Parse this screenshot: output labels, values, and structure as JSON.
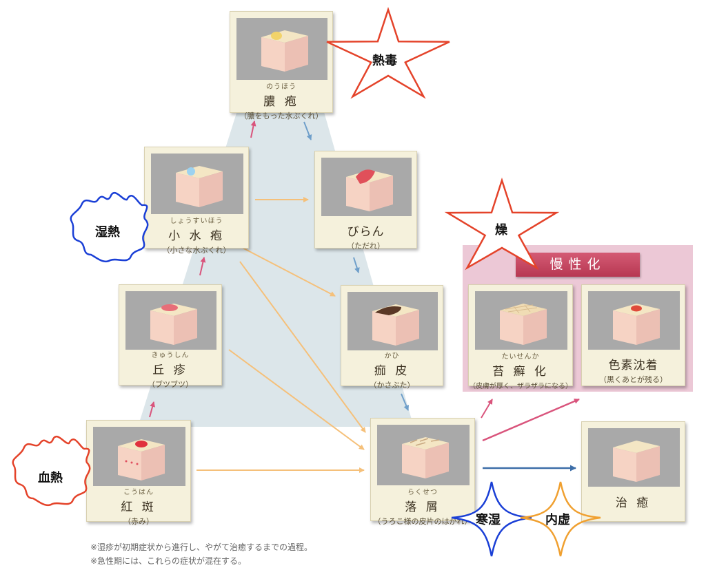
{
  "cards": {
    "nouhou": {
      "furigana": "のうほう",
      "name": "膿 疱",
      "desc": "（膿をもった水ぶくれ）"
    },
    "shousuihou": {
      "furigana": "しょうすいほう",
      "name": "小 水 疱",
      "desc": "（小さな水ぶくれ）"
    },
    "kyuushin": {
      "furigana": "きゅうしん",
      "name": "丘 疹",
      "desc": "（ブツブツ）"
    },
    "kouhan": {
      "furigana": "こうはん",
      "name": "紅 斑",
      "desc": "（赤み）"
    },
    "biran": {
      "name": "びらん",
      "desc": "（ただれ）"
    },
    "kahi": {
      "furigana": "かひ",
      "name": "痂 皮",
      "desc": "（かさぶた）"
    },
    "rakusetsu": {
      "furigana": "らくせつ",
      "name": "落 屑",
      "desc": "（うろこ様の皮片のはがれ）"
    },
    "taisenka": {
      "furigana": "たいせんか",
      "name": "苔 癬 化",
      "desc": "（皮膚が厚く、ザラザラになる）"
    },
    "shikiso": {
      "name": "色素沈着",
      "desc": "（黒くあとが残る）"
    },
    "chiyu": {
      "name": "治 癒"
    }
  },
  "chronic": {
    "label": "慢性化"
  },
  "shapes": {
    "netsudoku": "熱毒",
    "sou": "燥",
    "shitsunetsu": "湿熱",
    "ketsunetsu": "血熱",
    "kanshitsu": "寒湿",
    "naikyo": "内虚"
  },
  "notes": [
    "※湿疹が初期症状から進行し、やがて治癒するまでの過程。",
    "※急性期には、これらの症状が混在する。"
  ],
  "colors": {
    "triangle": "#dce6ea",
    "arrow_orange": "#f5c07a",
    "arrow_pink": "#d9547c",
    "arrow_blue": "#6f9fca",
    "arrow_darkblue": "#3d6ea8",
    "star_red": "#e4432a",
    "blob_blue": "#1a3fd6",
    "sparkle_orange": "#f0a030"
  }
}
